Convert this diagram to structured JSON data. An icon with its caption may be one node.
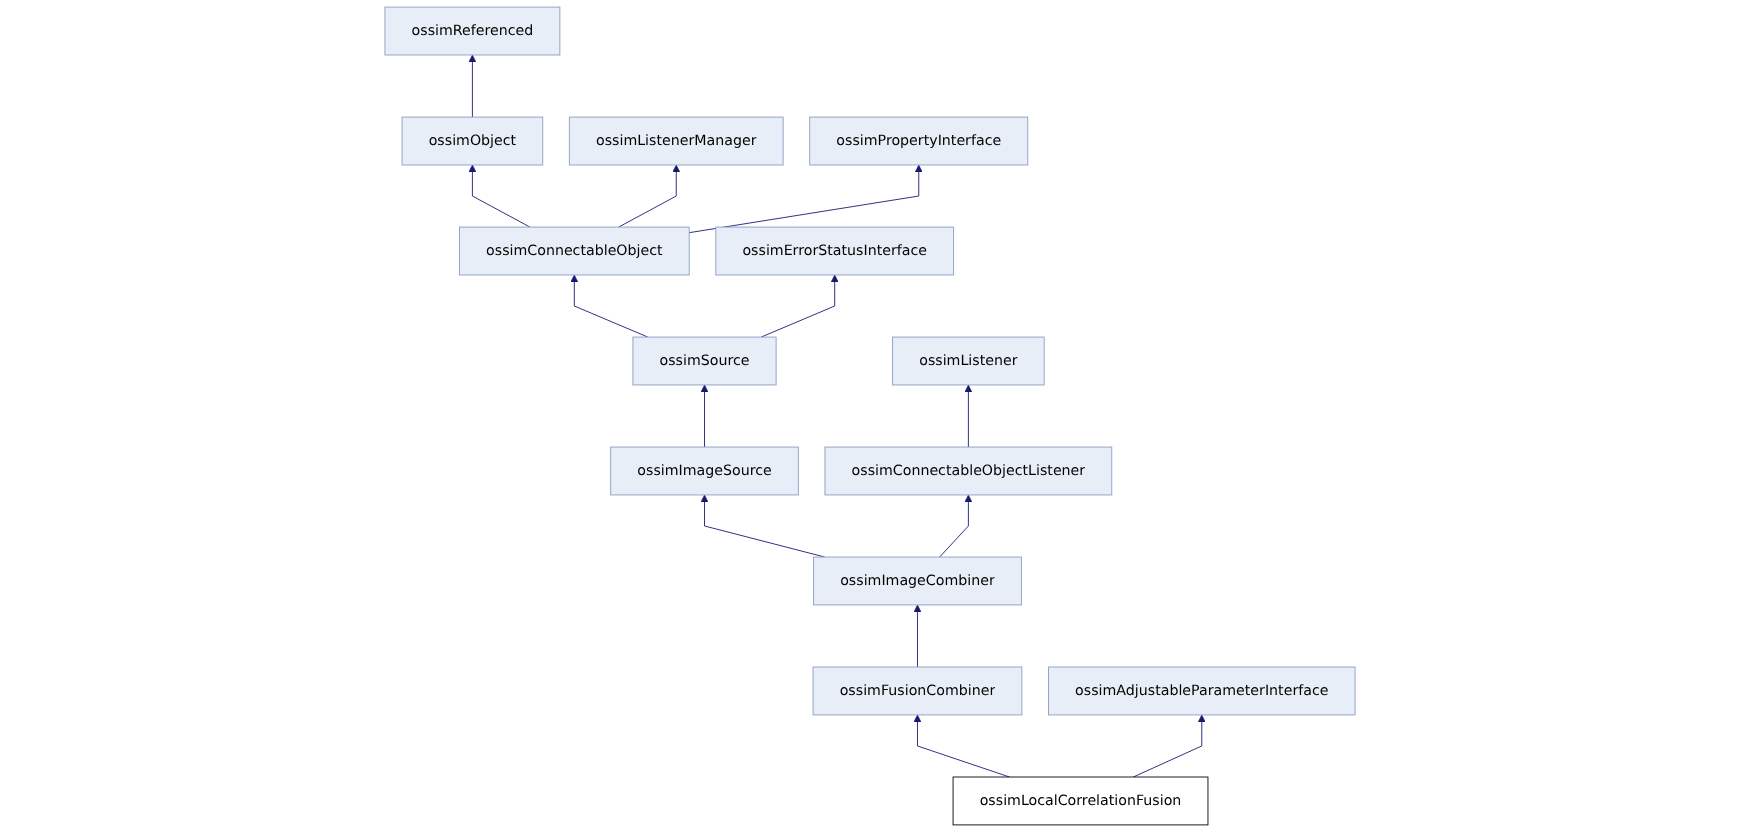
{
  "diagram": {
    "nodes": [
      {
        "text": [
          "ossimReferenced"
        ]
      },
      {
        "text": [
          "ossimObject"
        ]
      },
      {
        "text": [
          "ossimListenerManager"
        ]
      },
      {
        "text": [
          "ossimPropertyInterface"
        ]
      },
      {
        "text": [
          "ossimConnectableObject"
        ]
      },
      {
        "text": [
          "ossimErrorStatusInterface"
        ]
      },
      {
        "text": [
          "ossimSource"
        ]
      },
      {
        "text": [
          "ossimListener"
        ]
      },
      {
        "text": [
          "ossimImageSource"
        ]
      },
      {
        "text": [
          "ossimConnectableObjectListener"
        ]
      },
      {
        "text": [
          "ossimImageCombiner"
        ]
      },
      {
        "text": [
          "ossimFusionCombiner"
        ]
      },
      {
        "text": [
          "ossimAdjustableParameterInterface"
        ]
      },
      {
        "text": [
          "ossimLocalCorrelationFusion"
        ]
      }
    ],
    "edges": [
      {
        "from": 1,
        "to": 0,
        "arrow": "to"
      },
      {
        "from": 4,
        "to": 1,
        "arrow": "to"
      },
      {
        "from": 4,
        "to": 2,
        "arrow": "to"
      },
      {
        "from": 4,
        "to": 3,
        "arrow": "to"
      },
      {
        "from": 6,
        "to": 4,
        "arrow": "to"
      },
      {
        "from": 6,
        "to": 5,
        "arrow": "to"
      },
      {
        "from": 8,
        "to": 6,
        "arrow": "to"
      },
      {
        "from": 9,
        "to": 7,
        "arrow": "to"
      },
      {
        "from": 10,
        "to": 8,
        "arrow": "to"
      },
      {
        "from": 10,
        "to": 9,
        "arrow": "to"
      },
      {
        "from": 11,
        "to": 10,
        "arrow": "to"
      },
      {
        "from": 13,
        "to": 11,
        "arrow": "to"
      },
      {
        "from": 13,
        "to": 12,
        "arrow": "to"
      }
    ]
  }
}
